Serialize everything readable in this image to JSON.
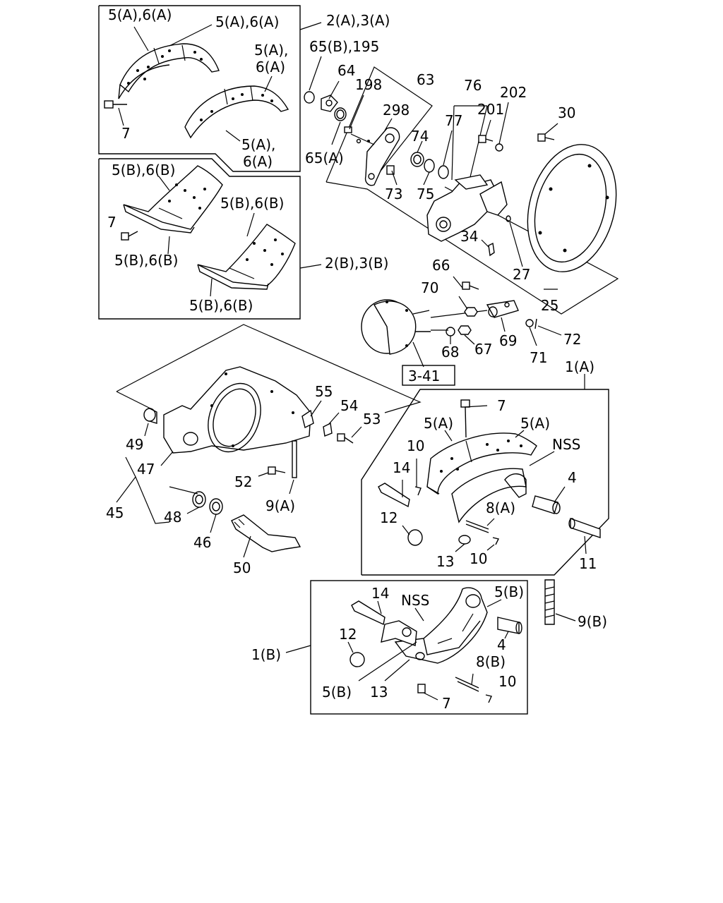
{
  "diagram": {
    "labels": {
      "shoe_a_top_left": "5(A),6(A)",
      "shoe_a_top_right": "5(A),6(A)",
      "shoe_a_mid_1": "5(A),",
      "shoe_a_mid_2": "6(A)",
      "shoe_a_lower_1": "5(A),",
      "shoe_a_lower_2": "6(A)",
      "bolt_7_a": "7",
      "assy_2a_3a": "2(A),3(A)",
      "shoe_b_top": "5(B),6(B)",
      "shoe_b_right": "5(B),6(B)",
      "bolt_7_b": "7",
      "shoe_b_mid": "5(B),6(B)",
      "shoe_b_bottom": "5(B),6(B)",
      "assy_2b_3b": "2(B),3(B)",
      "p65b_195": "65(B),195",
      "p64": "64",
      "p198": "198",
      "p63": "63",
      "p298": "298",
      "p65a": "65(A)",
      "p74": "74",
      "p73": "73",
      "p75": "75",
      "p76": "76",
      "p77": "77",
      "p201": "201",
      "p202": "202",
      "p30": "30",
      "p34": "34",
      "p27": "27",
      "p25": "25",
      "p66": "66",
      "p70": "70",
      "p68": "68",
      "p67": "67",
      "p69": "69",
      "p71": "71",
      "p72": "72",
      "ref_3_41": "3-41",
      "assy_1a": "1(A)",
      "p55": "55",
      "p54": "54",
      "p53": "53",
      "p49": "49",
      "p47": "47",
      "p45": "45",
      "p52": "52",
      "p9a": "9(A)",
      "p48": "48",
      "p46": "46",
      "p50": "50",
      "p7_1a": "7",
      "p5a_left": "5(A)",
      "p5a_right": "5(A)",
      "nss_1a": "NSS",
      "p10_top": "10",
      "p14_1a": "14",
      "p4_1a": "4",
      "p8a": "8(A)",
      "p12_1a": "12",
      "p13_1a": "13",
      "p10_bottom": "10",
      "p11": "11",
      "p14_1b": "14",
      "nss_1b": "NSS",
      "p5b_top": "5(B)",
      "p9b": "9(B)",
      "p12_1b": "12",
      "p4_1b": "4",
      "p8b": "8(B)",
      "assy_1b": "1(B)",
      "p10_1b": "10",
      "p5b_bottom": "5(B)",
      "p13_1b": "13",
      "p7_1b": "7"
    }
  }
}
